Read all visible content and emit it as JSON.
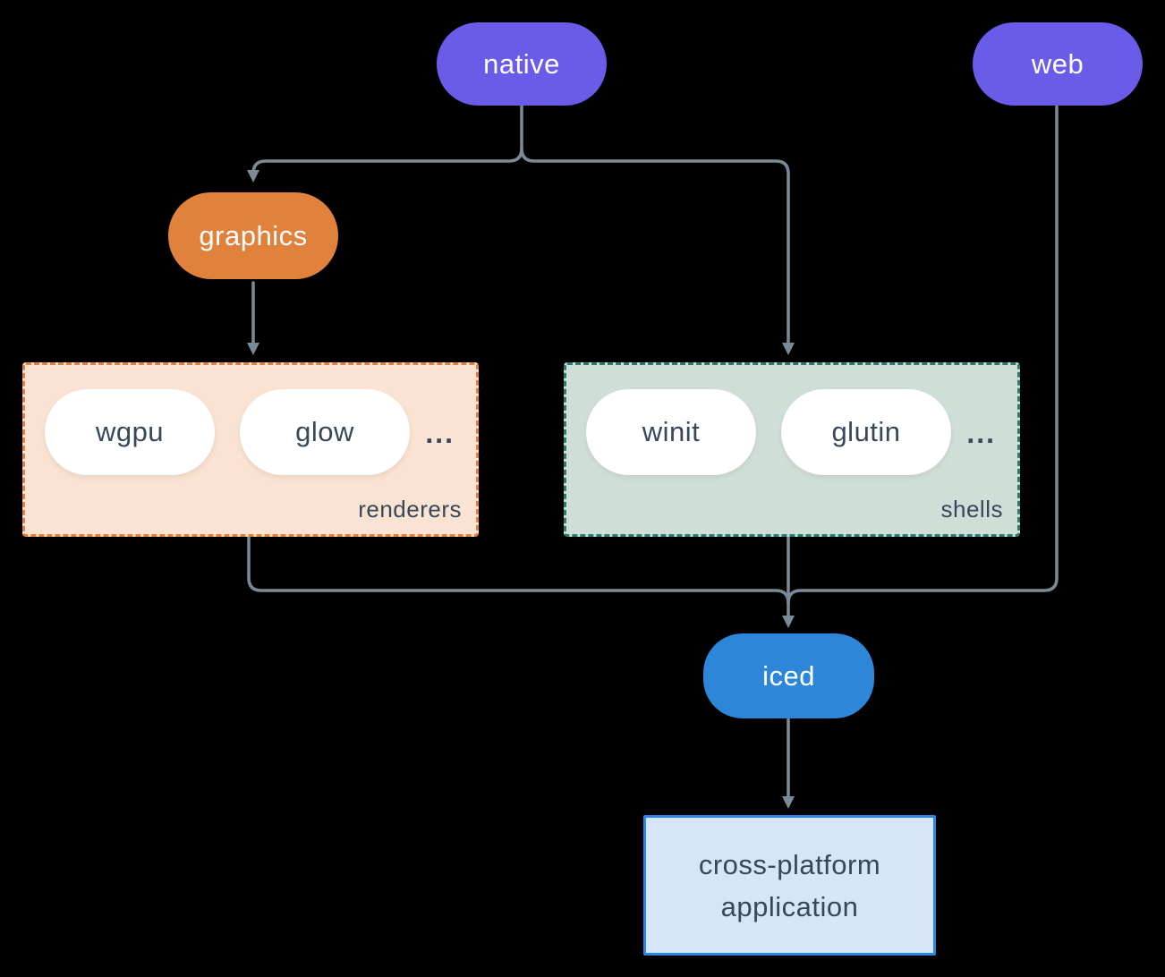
{
  "diagram": {
    "nodes": {
      "native": {
        "label": "native",
        "color": "#6A5BE8"
      },
      "web": {
        "label": "web",
        "color": "#6A5BE8"
      },
      "graphics": {
        "label": "graphics",
        "color": "#E0813C"
      },
      "iced": {
        "label": "iced",
        "color": "#2E86D9"
      },
      "application": {
        "line1": "cross-platform",
        "line2": "application",
        "fill": "#D6E6F8",
        "border": "#2E86DE"
      }
    },
    "groups": {
      "renderers": {
        "label": "renderers",
        "items": [
          "wgpu",
          "glow"
        ],
        "ellipsis": "...",
        "fill": "#FAE3D3",
        "border": "#E0813C"
      },
      "shells": {
        "label": "shells",
        "items": [
          "winit",
          "glutin"
        ],
        "ellipsis": "...",
        "fill": "#CFDFD8",
        "border": "#2A7D6E"
      }
    },
    "edges": [
      {
        "from": "native",
        "to": "graphics"
      },
      {
        "from": "native",
        "to": "shells"
      },
      {
        "from": "graphics",
        "to": "renderers"
      },
      {
        "from": "renderers",
        "to": "iced"
      },
      {
        "from": "shells",
        "to": "iced"
      },
      {
        "from": "web",
        "to": "iced"
      },
      {
        "from": "iced",
        "to": "application"
      }
    ],
    "colors": {
      "background": "#000000",
      "connector": "#7B8A97",
      "dark_text": "#36485A",
      "pill_text": "#FFFFFF"
    }
  }
}
